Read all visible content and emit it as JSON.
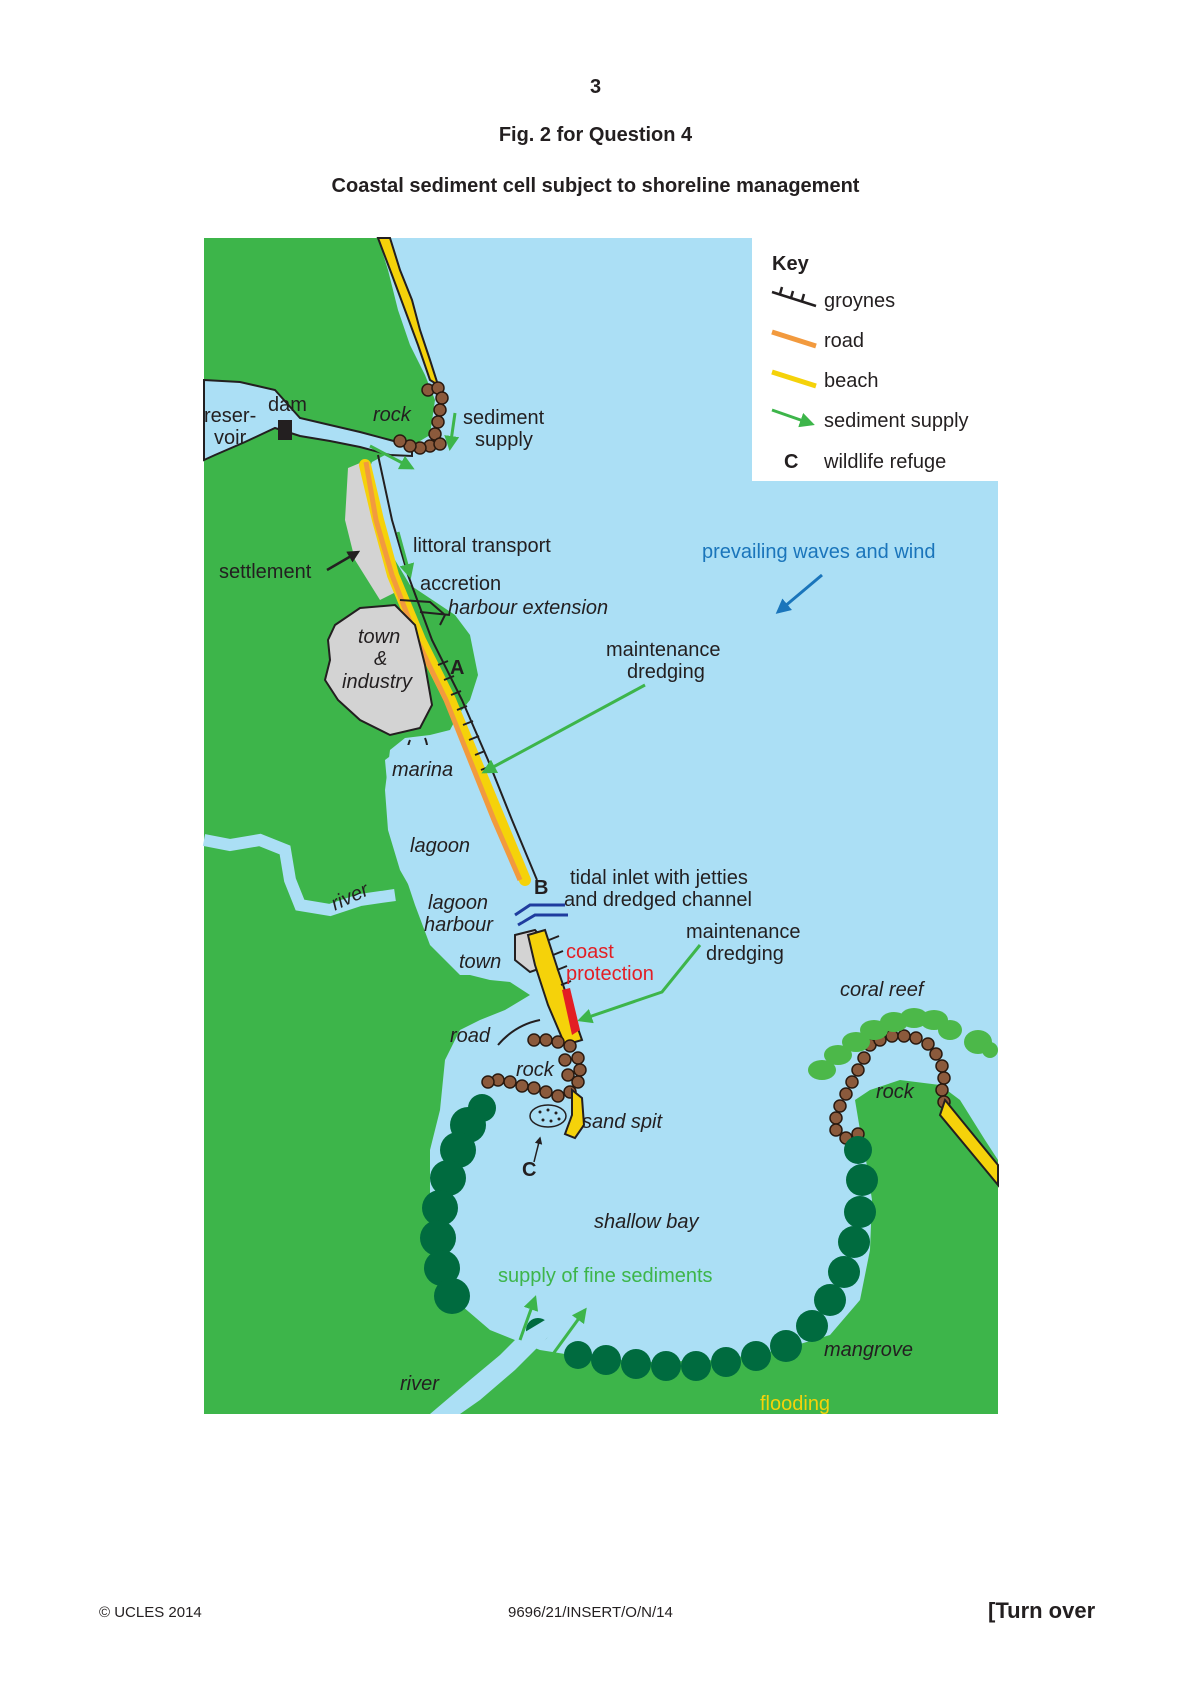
{
  "header": {
    "page_number": "3",
    "figure_label": "Fig. 2 for Question 4",
    "figure_title": "Coastal sediment cell subject to shoreline management"
  },
  "colors": {
    "land": "#3db54a",
    "sea": "#abdff5",
    "beach": "#f5d20a",
    "road": "#f29a3e",
    "rock": "#8b5a3c",
    "mangrove": "#006b3f",
    "coral": "#4cb849",
    "settlement": "#d3d3d3",
    "coast_protection": "#e31e24",
    "wind_arrow": "#1a75bb",
    "jetty": "#1f3c9e"
  },
  "key": {
    "title": "Key",
    "items": [
      {
        "icon": "groynes-symbol",
        "label": "groynes"
      },
      {
        "icon": "road-line",
        "label": "road"
      },
      {
        "icon": "beach-line",
        "label": "beach"
      },
      {
        "icon": "green-arrow",
        "label": "sediment supply"
      },
      {
        "icon": "letter-c",
        "symbol": "C",
        "label": "wildlife refuge"
      }
    ]
  },
  "map_labels": {
    "reservoir_line1": "reser-",
    "reservoir_line2": "voir",
    "dam": "dam",
    "rock_north": "rock",
    "sediment_supply_line1": "sediment",
    "sediment_supply_line2": "supply",
    "littoral_transport": "littoral transport",
    "settlement": "settlement",
    "accretion": "accretion",
    "harbour_extension": "harbour extension",
    "town_industry_line1": "town",
    "town_industry_line2": "&",
    "town_industry_line3": "industry",
    "label_a": "A",
    "prevailing_waves": "prevailing waves and wind",
    "maintenance_dredging_1_line1": "maintenance",
    "maintenance_dredging_1_line2": "dredging",
    "marina": "marina",
    "lagoon": "lagoon",
    "river_north": "river",
    "label_b": "B",
    "tidal_inlet_line1": "tidal inlet with jetties",
    "tidal_inlet_line2": "and dredged channel",
    "lagoon_harbour_line1": "lagoon",
    "lagoon_harbour_line2": "harbour",
    "town": "town",
    "coast_protection_line1": "coast",
    "coast_protection_line2": "protection",
    "maintenance_dredging_2_line1": "maintenance",
    "maintenance_dredging_2_line2": "dredging",
    "coral_reef": "coral reef",
    "road": "road",
    "rock_south": "rock",
    "rock_east": "rock",
    "sand_spit": "sand spit",
    "label_c": "C",
    "shallow_bay": "shallow bay",
    "fine_sediments": "supply of fine sediments",
    "mangrove": "mangrove",
    "river_south": "river",
    "flooding": "flooding"
  },
  "footer": {
    "copyright": "© UCLES 2014",
    "paper_code": "9696/21/INSERT/O/N/14",
    "turn_over": "[Turn over"
  }
}
